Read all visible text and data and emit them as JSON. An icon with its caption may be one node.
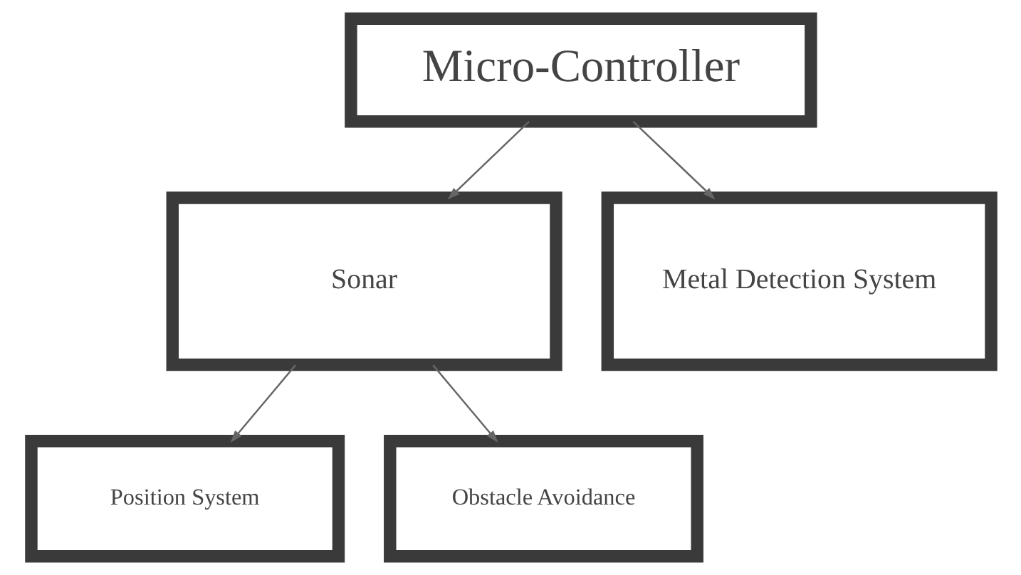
{
  "diagram": {
    "nodes": [
      {
        "text": [
          "Micro-Controller"
        ]
      },
      {
        "text": [
          "Sonar"
        ]
      },
      {
        "text": [
          "Metal Detection System"
        ]
      },
      {
        "text": [
          "Position System"
        ]
      },
      {
        "text": [
          "Obstacle Avoidance"
        ]
      }
    ],
    "edges": [
      {
        "from": 0,
        "to": 1,
        "arrow": "to"
      },
      {
        "from": 0,
        "to": 2,
        "arrow": "to"
      },
      {
        "from": 1,
        "to": 3,
        "arrow": "to"
      },
      {
        "from": 1,
        "to": 4,
        "arrow": "to"
      }
    ]
  }
}
